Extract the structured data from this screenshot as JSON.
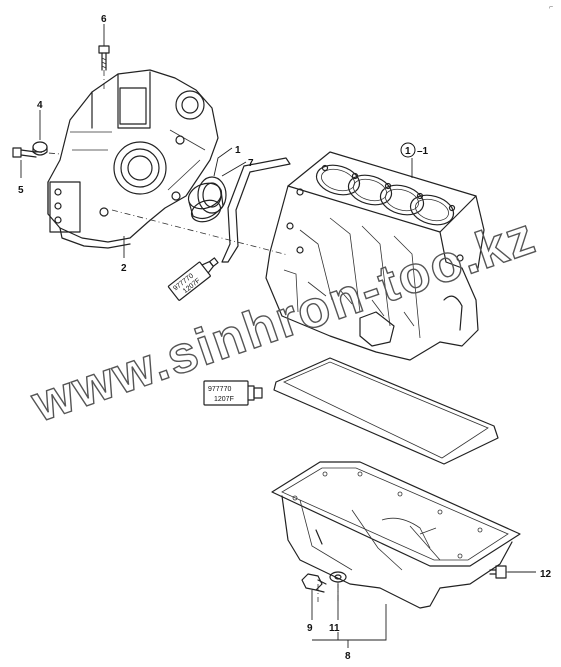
{
  "corner_mark": "⌐",
  "watermark": "www.sinhron-too.kz",
  "callouts": {
    "c1": "1",
    "c1_1": "1",
    "c1_1_suffix": "–1",
    "c2": "2",
    "c4": "4",
    "c5": "5",
    "c6": "6",
    "c7": "7",
    "c8": "8",
    "c9": "9",
    "c11": "11",
    "c12": "12"
  },
  "sealant_tube_1": {
    "line1": "977770",
    "line2": "1207F"
  },
  "sealant_tube_2": {
    "line1": "977770",
    "line2": "1207F"
  }
}
